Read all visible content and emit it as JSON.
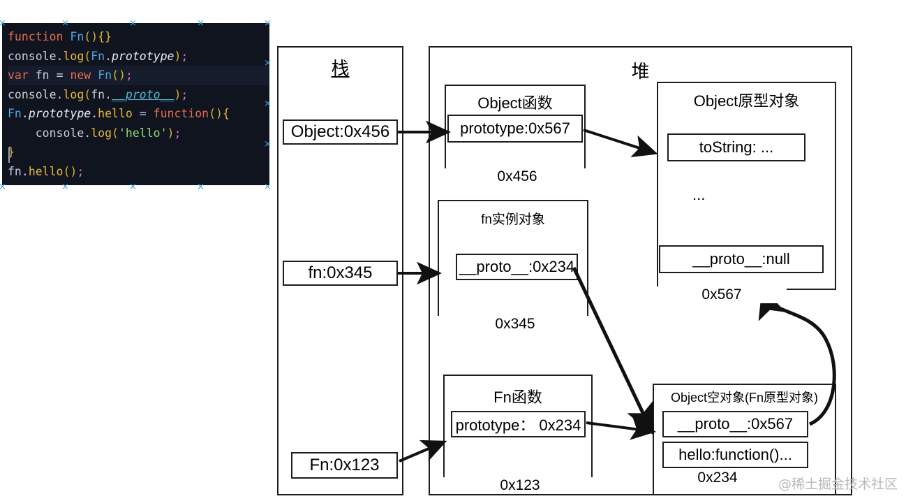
{
  "code_block": {
    "name": "javascript-prototype-example",
    "background": "#10141f",
    "lines": [
      "function Fn(){}",
      "console.log(Fn.prototype);",
      "var fn = new Fn();",
      "console.log(fn.__proto__);",
      "Fn.prototype.hello = function(){",
      "    console.log('hello');",
      "}",
      "fn.hello();"
    ]
  },
  "stack": {
    "title": "栈",
    "entries": [
      {
        "label": "Object:0x456"
      },
      {
        "label": "fn:0x345"
      },
      {
        "label": "Fn:0x123"
      }
    ]
  },
  "heap": {
    "title": "堆",
    "nodes": [
      {
        "title": "Object函数",
        "slots": [
          "prototype:0x567"
        ],
        "address": "0x456"
      },
      {
        "title": "Object原型对象",
        "slots": [
          "toString: ...",
          "__proto__:null"
        ],
        "ellipsis": "...",
        "address": "0x567"
      },
      {
        "title": "fn实例对象",
        "slots": [
          "__proto__:0x234"
        ],
        "address": "0x345"
      },
      {
        "title": "Fn函数",
        "slots": [
          "prototype： 0x234"
        ],
        "address": "0x123"
      },
      {
        "title": "Object空对象(Fn原型对象)",
        "slots": [
          "__proto__:0x567",
          "hello:function()..."
        ],
        "address": "0x234"
      }
    ]
  },
  "watermark": "@稀土掘金技术社区",
  "colors": {
    "stroke": "#1d1d1d",
    "background": "#ffffff",
    "code_background": "#10141f",
    "handle": "#3aa3e0",
    "watermark": "#b9b9b9"
  }
}
